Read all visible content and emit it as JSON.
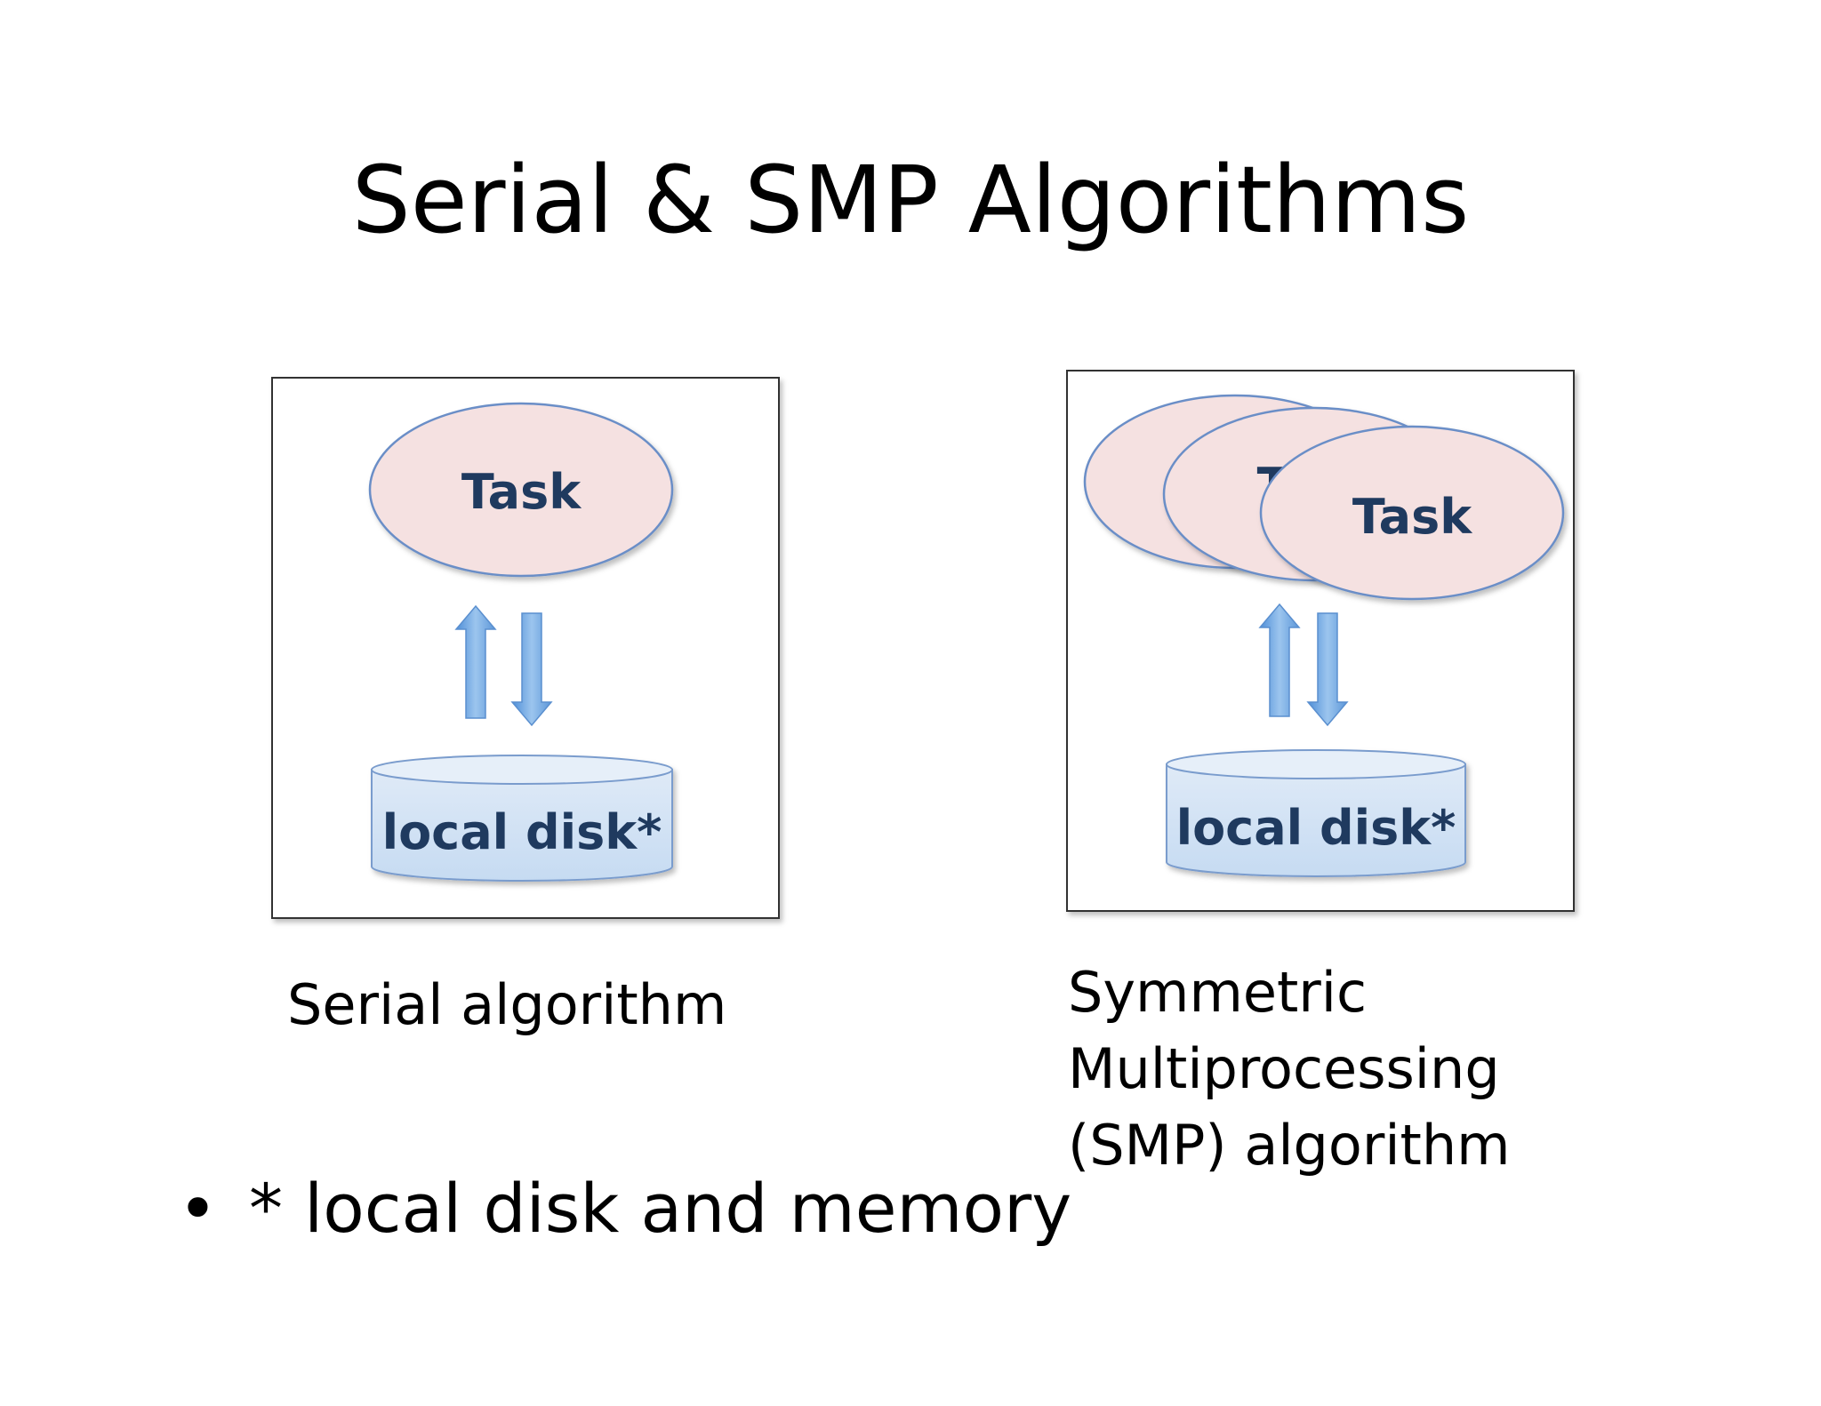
{
  "slide": {
    "title": "Serial & SMP Algorithms"
  },
  "serial": {
    "task_label": "Task",
    "disk_label": "local disk*",
    "caption": "Serial algorithm"
  },
  "smp": {
    "hidden_task_label_fragment": "T",
    "task_label": "Task",
    "disk_label": "local disk*",
    "caption_lines": [
      "Symmetric",
      "Multiprocessing",
      "(SMP) algorithm"
    ]
  },
  "bullets": [
    "* local disk and memory"
  ],
  "colors": {
    "task_fill": "#f5e1e1",
    "task_stroke": "#6b8ec7",
    "disk_fill": "#cfe1f4",
    "disk_top_fill": "#e6eff9",
    "disk_stroke": "#7a9ccd",
    "arrow_fill": "#7fb0e3",
    "arrow_stroke": "#5a8fcf",
    "label_text": "#1f3a5f",
    "box_border": "#333333"
  }
}
